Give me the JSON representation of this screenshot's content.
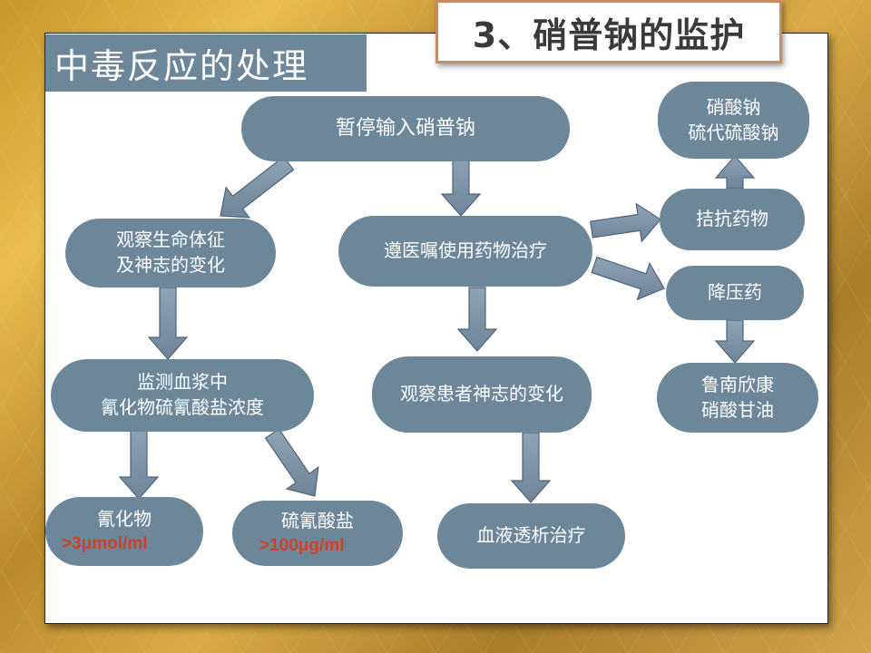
{
  "header": {
    "title": "3、硝普钠的监护",
    "subtitle": "中毒反应的处理"
  },
  "colors": {
    "node_fill": "#6d879a",
    "arrow_fill": "#7a90a5",
    "alert_text": "#d0402a",
    "title_border": "#c98b62"
  },
  "nodes": {
    "pause": {
      "lines": [
        "暂停输入硝普钠"
      ]
    },
    "observe_vitals": {
      "lines": [
        "观察生命体征",
        "及神志的变化"
      ]
    },
    "follow_orders": {
      "lines": [
        "遵医嘱使用药物治疗"
      ]
    },
    "monitor_plasma": {
      "lines": [
        "监测血浆中",
        "氰化物硫氰酸盐浓度"
      ]
    },
    "cyanide": {
      "lines": [
        "氰化物"
      ],
      "threshold": ">3μmol/ml"
    },
    "thiocyanate": {
      "lines": [
        "硫氰酸盐"
      ],
      "threshold": ">100μg/ml"
    },
    "observe_mind": {
      "lines": [
        "观察患者神志的变化"
      ]
    },
    "dialysis": {
      "lines": [
        "血液透析治疗"
      ]
    },
    "antagonist": {
      "lines": [
        "拮抗药物"
      ]
    },
    "antidote": {
      "lines": [
        "硝酸钠",
        "硫代硫酸钠"
      ]
    },
    "antihypertensive": {
      "lines": [
        "降压药"
      ]
    },
    "other_drugs": {
      "lines": [
        "鲁南欣康",
        "硝酸甘油"
      ]
    }
  }
}
